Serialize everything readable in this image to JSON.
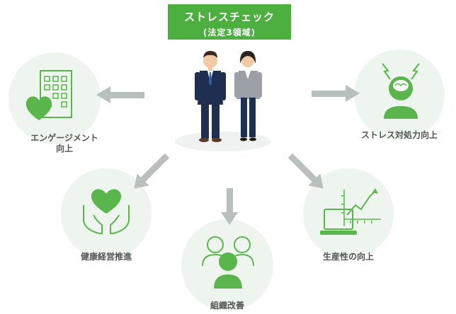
{
  "header": {
    "title": "ストレスチェック",
    "subtitle": "(法定3領域)"
  },
  "outcomes": {
    "engagement": {
      "line1": "エンゲージメント",
      "line2": "向上"
    },
    "stress_coping": {
      "label": "ストレス対処力向上"
    },
    "health_management": {
      "label": "健康経営推進"
    },
    "organization": {
      "label": "組織改善"
    },
    "productivity": {
      "label": "生産性の向上"
    }
  },
  "colors": {
    "accent_green": "#4caf3f",
    "icon_green": "#59b54c",
    "circle_bg": "#eef5ef",
    "arrow_gray": "#b8bfbc"
  }
}
